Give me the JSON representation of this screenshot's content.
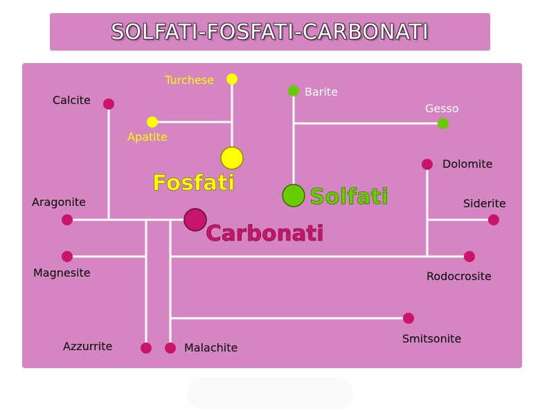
{
  "title": "SOLFATI-FOSFATI-CARBONATI",
  "colors": {
    "panel": "#d585c1",
    "line": "#ffffff",
    "carbonati": "#c8146b",
    "fosfati": "#ffff00",
    "solfati": "#66cc00"
  },
  "groups": {
    "fosfati": "Fosfati",
    "solfati": "Solfati",
    "carbonati": "Carbonati"
  },
  "minerals": {
    "turchese": "Turchese",
    "apatite": "Apatite",
    "barite": "Barite",
    "gesso": "Gesso",
    "calcite": "Calcite",
    "aragonite": "Aragonite",
    "magnesite": "Magnesite",
    "azzurrite": "Azzurrite",
    "malachite": "Malachite",
    "dolomite": "Dolomite",
    "siderite": "Siderite",
    "rodocrosite": "Rodocrosite",
    "smitsonite": "Smitsonite"
  }
}
